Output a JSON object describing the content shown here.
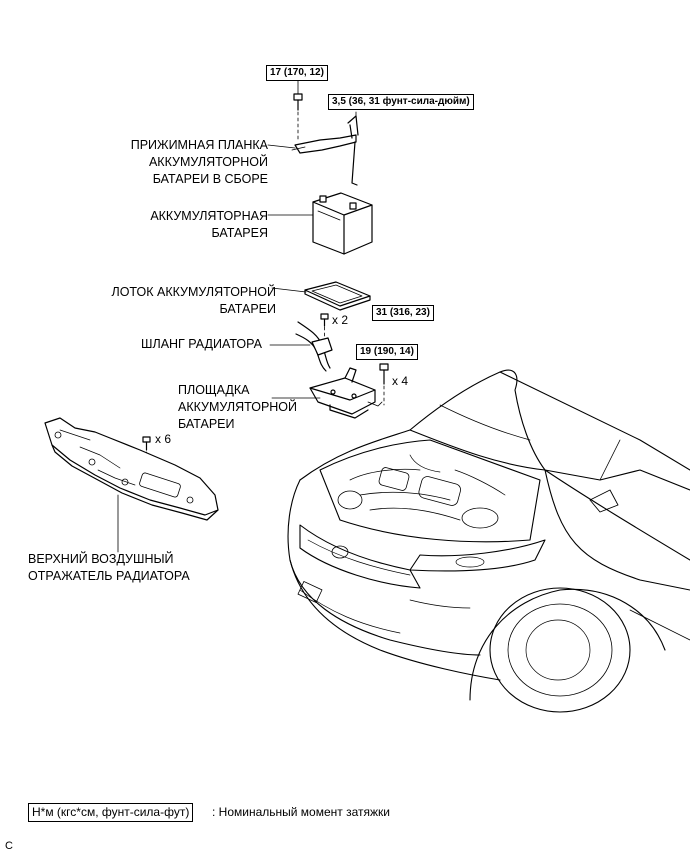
{
  "torque": {
    "t1": "17 (170, 12)",
    "t2": "3,5 (36, 31 фунт-сила-дюйм)",
    "t3": "31 (316, 23)",
    "t4": "19 (190, 14)"
  },
  "labels": {
    "clamp": "ПРИЖИМНАЯ ПЛАНКА\nАККУМУЛЯТОРНОЙ\nБАТАРЕИ В СБОРЕ",
    "battery": "АККУМУЛЯТОРНАЯ\nБАТАРЕЯ",
    "tray": "ЛОТОК АККУМУЛЯТОРНОЙ\nБАТАРЕИ",
    "hose": "ШЛАНГ РАДИАТОРА",
    "carrier": "ПЛОЩАДКА\nАККУМУЛЯТОРНОЙ\nБАТАРЕИ",
    "deflector": "ВЕРХНИЙ ВОЗДУШНЫЙ\nОТРАЖАТЕЛЬ РАДИАТОРА"
  },
  "quantities": {
    "q2": "x 2",
    "q4": "x 4",
    "q6": "x 6"
  },
  "legend": {
    "unit": "Н*м (кгс*см, фунт-сила-фут)",
    "description": ": Номинальный момент затяжки"
  },
  "corner_mark": "C"
}
